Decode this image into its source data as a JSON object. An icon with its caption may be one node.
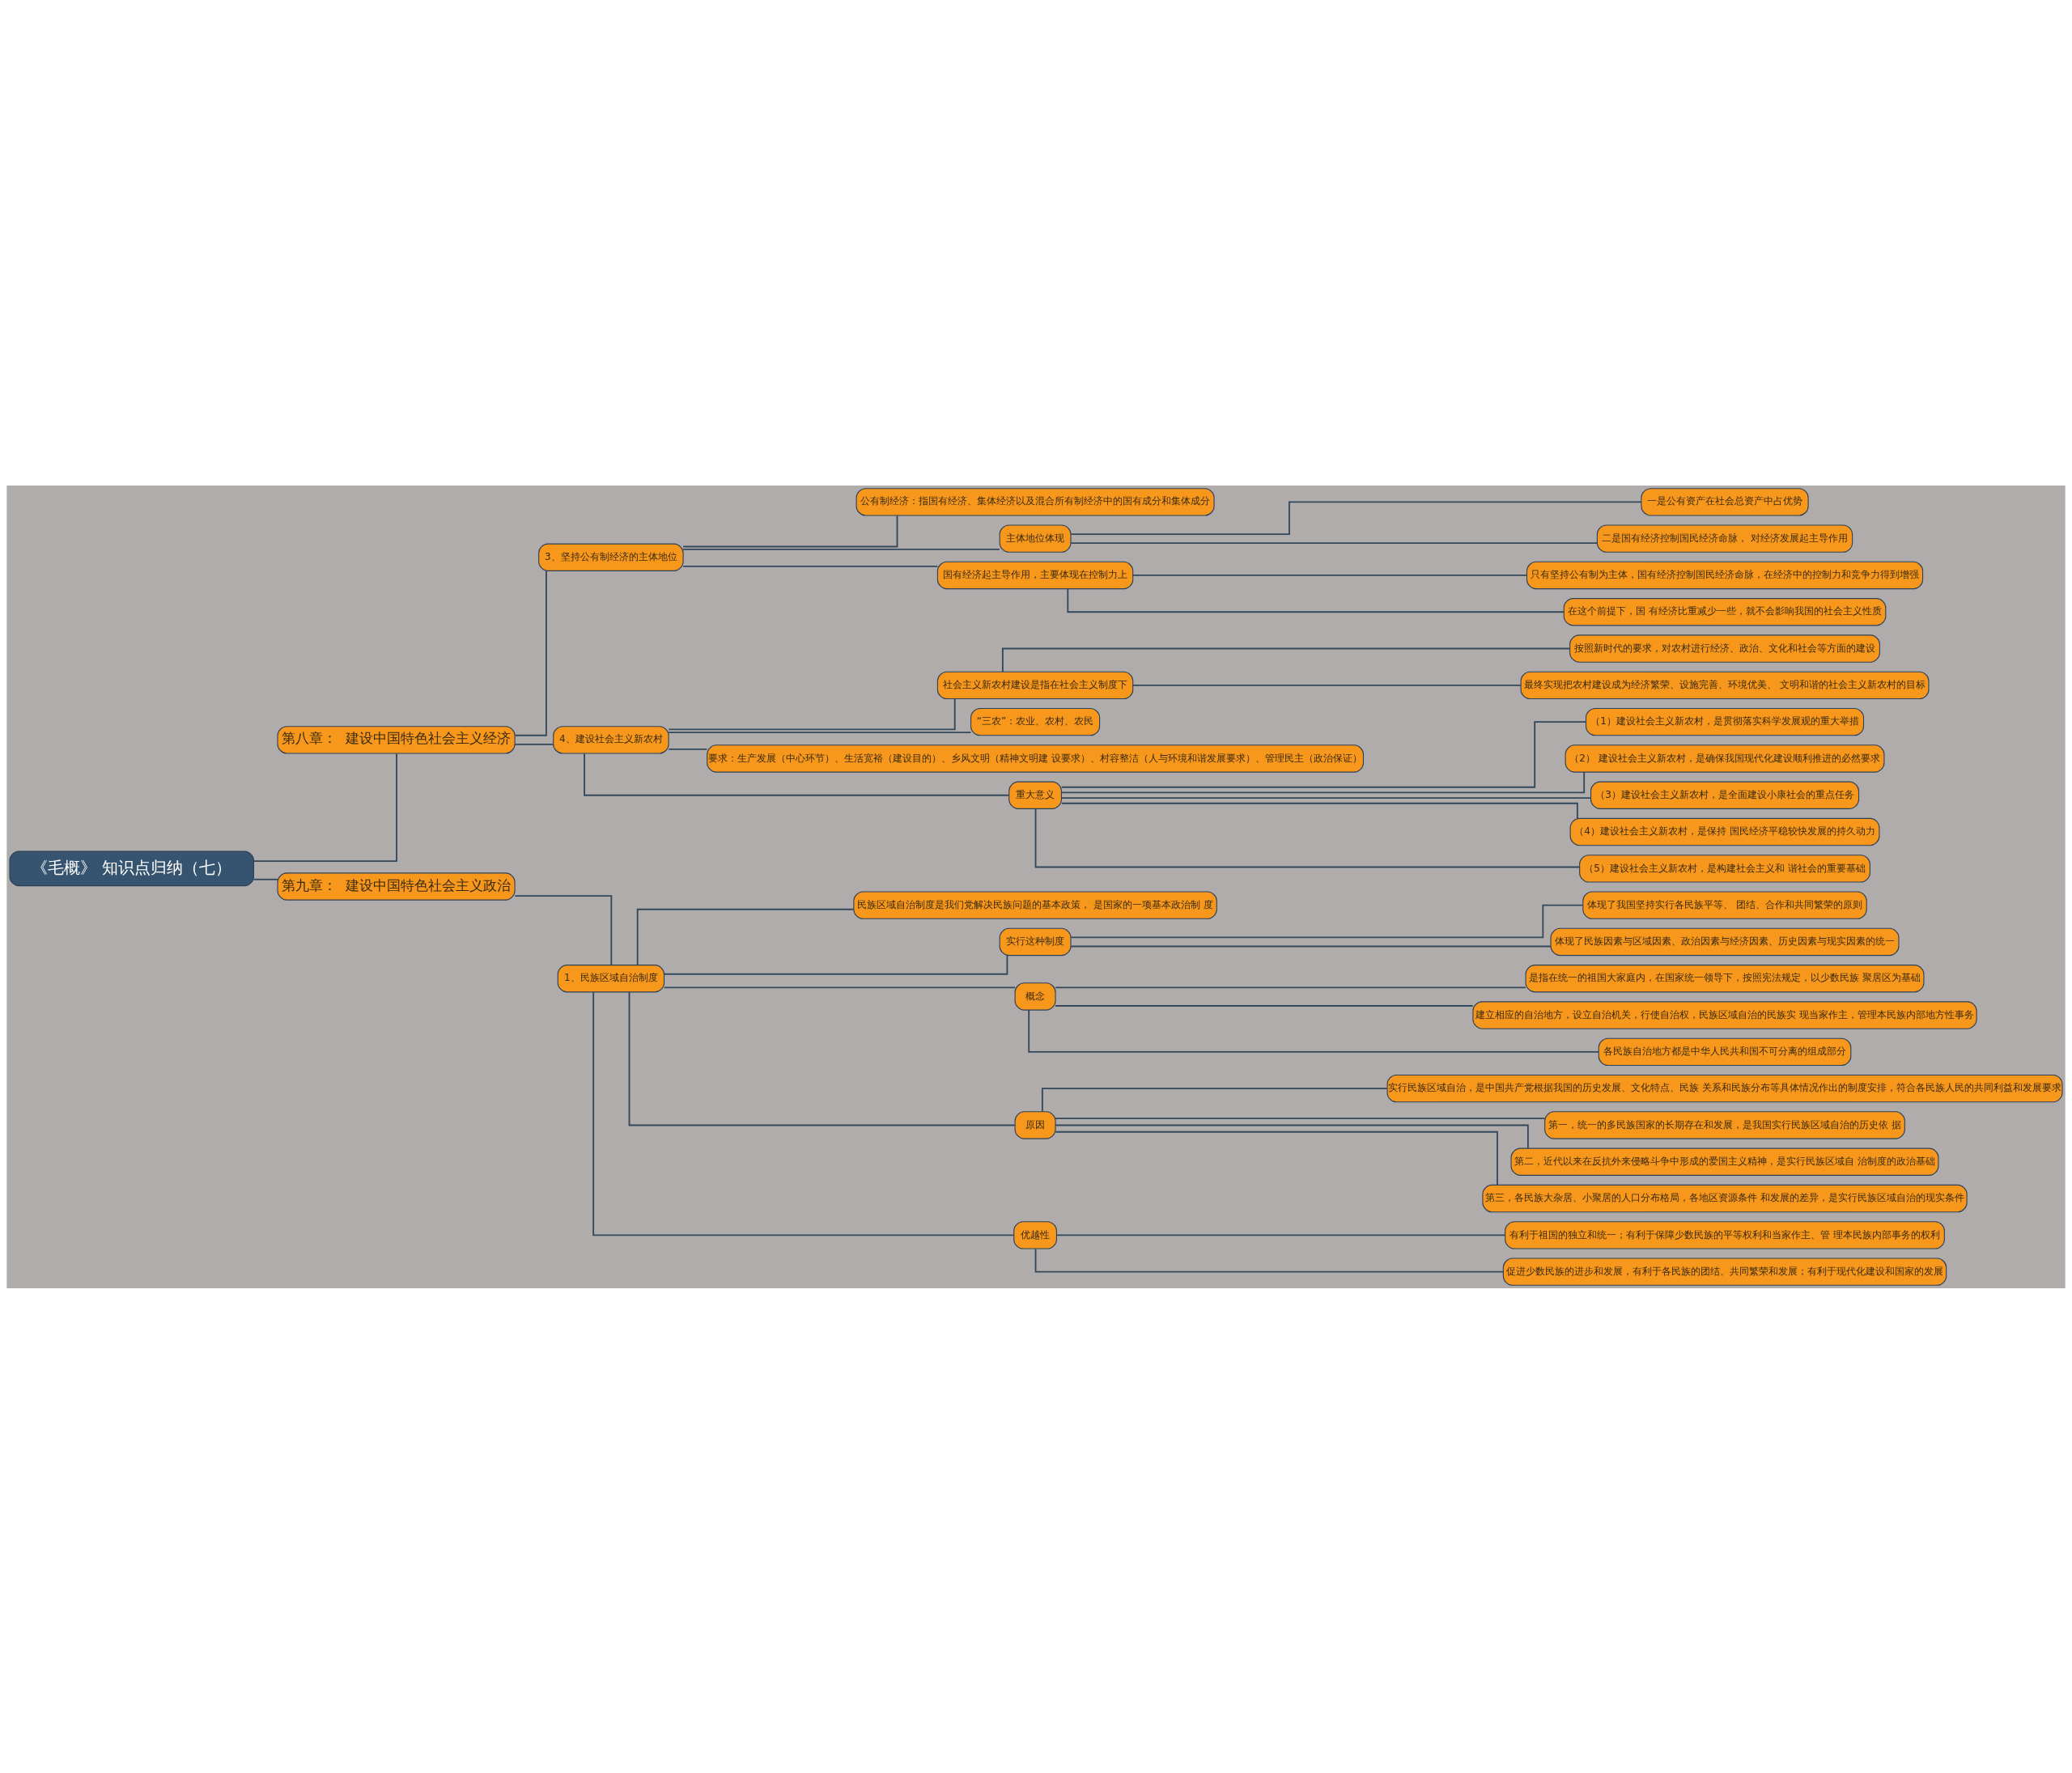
{
  "diagram": {
    "nodes": [
      {
        "text": [
          "《毛概》 知识点归纳（七）"
        ]
      },
      {
        "text": [
          "第八章：  建设中国特色社会主义经济"
        ]
      },
      {
        "text": [
          "3、坚持公有制经济的主体地位"
        ]
      },
      {
        "text": [
          "公有制经济：指国有经济、集体经济以及混合所有制经济中的国有成分和集体成分"
        ]
      },
      {
        "text": [
          "主体地位体现"
        ]
      },
      {
        "text": [
          "一是公有资产在社会总资产中占优势"
        ]
      },
      {
        "text": [
          "二是国有经济控制国民经济命脉， 对经济发展起主导作用"
        ]
      },
      {
        "text": [
          "国有经济起主导作用，主要体现在控制力上"
        ]
      },
      {
        "text": [
          "只有坚持公有制为主体，国有经济控制国民经济命脉，在经济中的控制力和竞争力得到增强"
        ]
      },
      {
        "text": [
          "在这个前提下，国 有经济比重减少一些，就不会影响我国的社会主义性质"
        ]
      },
      {
        "text": [
          "4、建设社会主义新农村"
        ]
      },
      {
        "text": [
          "社会主义新农村建设是指在社会主义制度下"
        ]
      },
      {
        "text": [
          "按照新时代的要求，对农村进行经济、政治、文化和社会等方面的建设"
        ]
      },
      {
        "text": [
          "最终实现把农村建设成为经济繁荣、设施完善、环境优美、 文明和谐的社会主义新农村的目标"
        ]
      },
      {
        "text": [
          "“三农”：农业、农村、农民"
        ]
      },
      {
        "text": [
          "要求：生产发展（中心环节）、生活宽裕（建设目的）、乡风文明（精神文明建 设要求）、村容整洁（人与环境和谐发展要求）、管理民主（政治保证）"
        ]
      },
      {
        "text": [
          "重大意义"
        ]
      },
      {
        "text": [
          "（1）建设社会主义新农村，是贯彻落实科学发展观的重大举措"
        ]
      },
      {
        "text": [
          "（2） 建设社会主义新农村，是确保我国现代化建设顺利推进的必然要求"
        ]
      },
      {
        "text": [
          "（3）建设社会主义新农村，是全面建设小康社会的重点任务"
        ]
      },
      {
        "text": [
          "（4）建设社会主义新农村，是保持 国民经济平稳较快发展的持久动力"
        ]
      },
      {
        "text": [
          "（5）建设社会主义新农村，是构建社会主义和 谐社会的重要基础"
        ]
      },
      {
        "text": [
          "第九章：  建设中国特色社会主义政治"
        ]
      },
      {
        "text": [
          "1、民族区域自治制度"
        ]
      },
      {
        "text": [
          "民族区域自治制度是我们党解决民族问题的基本政策， 是国家的一项基本政治制 度"
        ]
      },
      {
        "text": [
          "实行这种制度"
        ]
      },
      {
        "text": [
          "体现了我国坚持实行各民族平等、 团结、合作和共同繁荣的原则"
        ]
      },
      {
        "text": [
          "体现了民族因素与区域因素、政治因素与经济因素、历史因素与现实因素的统一"
        ]
      },
      {
        "text": [
          "概念"
        ]
      },
      {
        "text": [
          "是指在统一的祖国大家庭内，在国家统一领导下，按照宪法规定，以少数民族 聚居区为基础"
        ]
      },
      {
        "text": [
          "建立相应的自治地方，设立自治机关，行使自治权，民族区域自治的民族实 现当家作主，管理本民族内部地方性事务"
        ]
      },
      {
        "text": [
          "各民族自治地方都是中华人民共和国不可分离的组成部分"
        ]
      },
      {
        "text": [
          "原因"
        ]
      },
      {
        "text": [
          "实行民族区域自治，是中国共产党根据我国的历史发展、文化特点、民族 关系和民族分布等具体情况作出的制度安排，符合各民族人民的共同利益和发展要求"
        ]
      },
      {
        "text": [
          "第一，统一的多民族国家的长期存在和发展，是我国实行民族区域自治的历史依 据"
        ]
      },
      {
        "text": [
          "第二，近代以来在反抗外来侵略斗争中形成的爱国主义精神，是实行民族区域自 治制度的政治基础"
        ]
      },
      {
        "text": [
          "第三，各民族大杂居、小聚居的人口分布格局，各地区资源条件 和发展的差异，是实行民族区域自治的现实条件"
        ]
      },
      {
        "text": [
          "优越性"
        ]
      },
      {
        "text": [
          " 有利于祖国的独立和统一；有利于保障少数民族的平等权利和当家作主、管 理本民族内部事务的权利"
        ]
      },
      {
        "text": [
          "促进少数民族的进步和发展，有利于各民族的团结、共同繁荣和发展；有利于现代化建设和国家的发展"
        ]
      }
    ],
    "edges": [
      {
        "from": 0,
        "to": 1,
        "arrow": "none"
      },
      {
        "from": 1,
        "to": 2,
        "arrow": "none"
      },
      {
        "from": 2,
        "to": 3,
        "arrow": "none"
      },
      {
        "from": 2,
        "to": 4,
        "arrow": "none"
      },
      {
        "from": 4,
        "to": 5,
        "arrow": "none"
      },
      {
        "from": 4,
        "to": 6,
        "arrow": "none"
      },
      {
        "from": 2,
        "to": 7,
        "arrow": "none"
      },
      {
        "from": 7,
        "to": 8,
        "arrow": "none"
      },
      {
        "from": 7,
        "to": 9,
        "arrow": "none"
      },
      {
        "from": 1,
        "to": 10,
        "arrow": "none"
      },
      {
        "from": 10,
        "to": 11,
        "arrow": "none"
      },
      {
        "from": 11,
        "to": 12,
        "arrow": "none"
      },
      {
        "from": 11,
        "to": 13,
        "arrow": "none"
      },
      {
        "from": 10,
        "to": 14,
        "arrow": "none"
      },
      {
        "from": 10,
        "to": 15,
        "arrow": "none"
      },
      {
        "from": 10,
        "to": 16,
        "arrow": "none"
      },
      {
        "from": 16,
        "to": 17,
        "arrow": "none"
      },
      {
        "from": 16,
        "to": 18,
        "arrow": "none"
      },
      {
        "from": 16,
        "to": 19,
        "arrow": "none"
      },
      {
        "from": 16,
        "to": 20,
        "arrow": "none"
      },
      {
        "from": 16,
        "to": 21,
        "arrow": "none"
      },
      {
        "from": 0,
        "to": 22,
        "arrow": "none"
      },
      {
        "from": 22,
        "to": 23,
        "arrow": "none"
      },
      {
        "from": 23,
        "to": 24,
        "arrow": "none"
      },
      {
        "from": 23,
        "to": 25,
        "arrow": "none"
      },
      {
        "from": 25,
        "to": 26,
        "arrow": "none"
      },
      {
        "from": 25,
        "to": 27,
        "arrow": "none"
      },
      {
        "from": 23,
        "to": 28,
        "arrow": "none"
      },
      {
        "from": 28,
        "to": 29,
        "arrow": "none"
      },
      {
        "from": 28,
        "to": 30,
        "arrow": "none"
      },
      {
        "from": 28,
        "to": 31,
        "arrow": "none"
      },
      {
        "from": 23,
        "to": 32,
        "arrow": "none"
      },
      {
        "from": 32,
        "to": 33,
        "arrow": "none"
      },
      {
        "from": 32,
        "to": 34,
        "arrow": "none"
      },
      {
        "from": 32,
        "to": 35,
        "arrow": "none"
      },
      {
        "from": 32,
        "to": 36,
        "arrow": "none"
      },
      {
        "from": 23,
        "to": 37,
        "arrow": "none"
      },
      {
        "from": 37,
        "to": 38,
        "arrow": "none"
      },
      {
        "from": 37,
        "to": 39,
        "arrow": "none"
      }
    ]
  }
}
